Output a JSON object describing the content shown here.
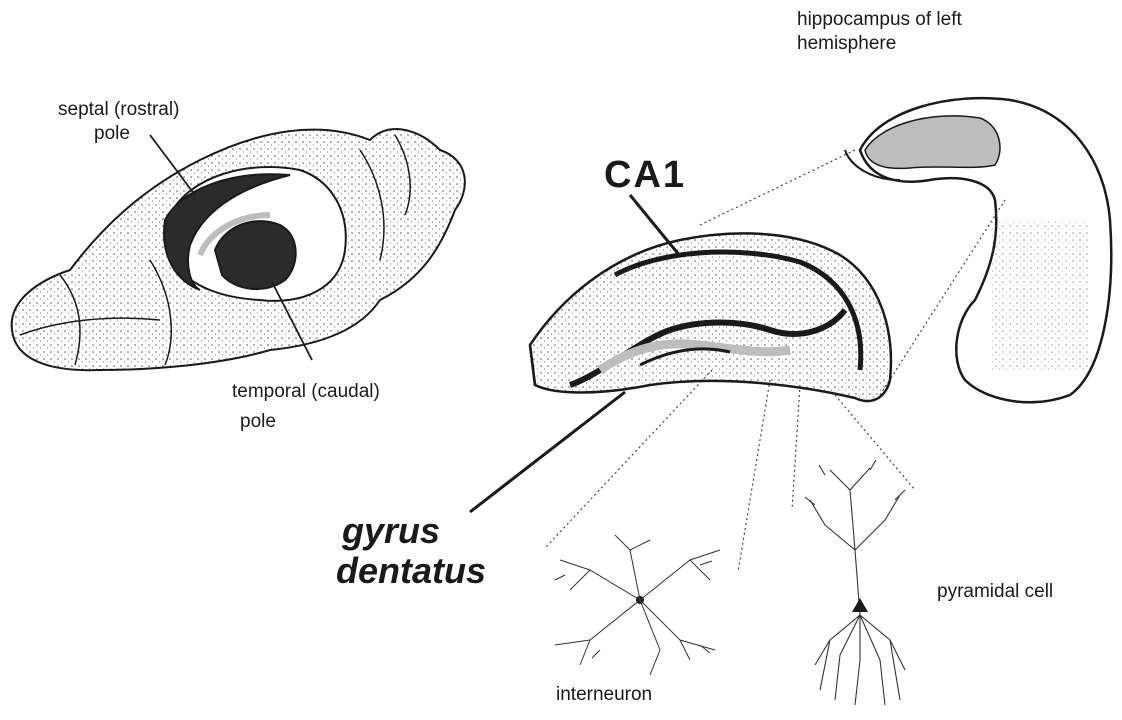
{
  "labels": {
    "hippocampus_left_line1": "hippocampus of left",
    "hippocampus_left_line2": "hemisphere",
    "septal_line1": "septal (rostral)",
    "septal_line2": "pole",
    "ca1": "CA1",
    "temporal_line1": "temporal (caudal)",
    "temporal_line2": "pole",
    "gyrus_line1": "gyrus",
    "gyrus_line2": "dentatus",
    "pyramidal_cell": "pyramidal cell",
    "interneuron": "interneuron"
  },
  "colors": {
    "ink": "#1a1a1a",
    "shading": "#bdbdbd",
    "dark_fill": "#2b2b2b"
  },
  "icons": [
    "rat-brain-drawing",
    "hippocampus-drawing",
    "hippocampal-slice-drawing",
    "interneuron-drawing",
    "pyramidal-neuron-drawing"
  ]
}
